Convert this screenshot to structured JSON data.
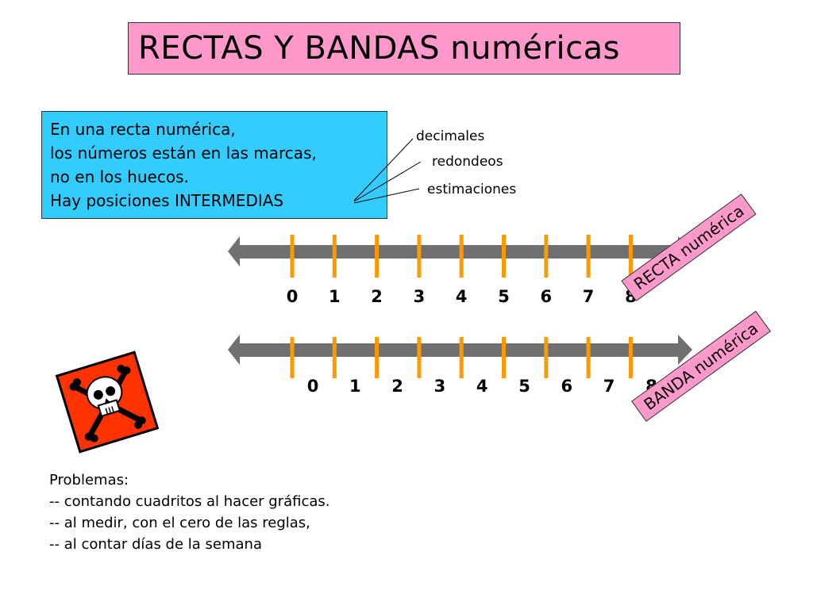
{
  "title": "RECTAS Y BANDAS numéricas",
  "intro": {
    "lines": [
      "En una recta numérica,",
      "los números están en las marcas,",
      "no en los huecos.",
      "Hay posiciones INTERMEDIAS"
    ]
  },
  "related": {
    "decimales": "decimales",
    "redondeos": "redondeos",
    "estimaciones": "estimaciones"
  },
  "recta": {
    "label": "RECTA numérica",
    "numbers": [
      "0",
      "1",
      "2",
      "3",
      "4",
      "5",
      "6",
      "7",
      "8"
    ]
  },
  "banda": {
    "label": "BANDA numérica",
    "numbers": [
      "0",
      "1",
      "2",
      "3",
      "4",
      "5",
      "6",
      "7",
      "8"
    ]
  },
  "hazard_icon": "skull-and-crossbones-icon",
  "problems": {
    "heading": "Problemas:",
    "items": [
      "-- contando cuadritos al hacer gráficas.",
      "-- al medir, con el cero de las reglas,",
      "-- al contar días de la semana"
    ]
  },
  "colors": {
    "title_bg": "#ff99cc",
    "intro_bg": "#33ccff",
    "tick": "#ff9900",
    "line": "#707070",
    "hazard": "#ff3300"
  }
}
